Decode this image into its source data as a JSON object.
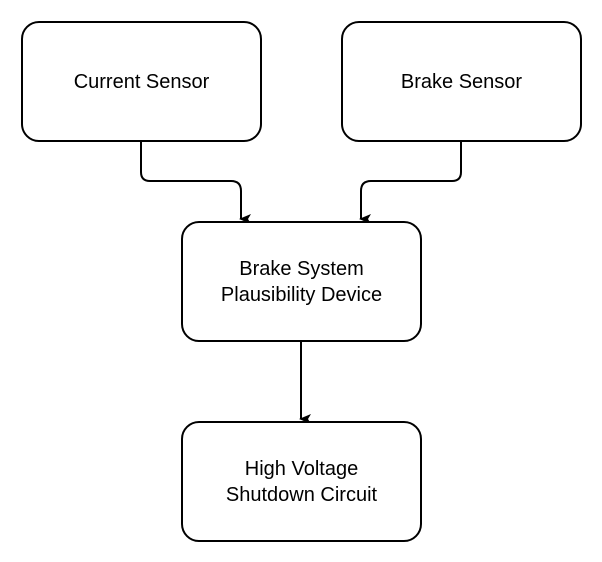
{
  "diagram": {
    "type": "flowchart",
    "colors": {
      "stroke": "#000000",
      "fill": "#ffffff",
      "text": "#000000"
    },
    "nodes": [
      {
        "id": "current-sensor",
        "label": "Current Sensor"
      },
      {
        "id": "brake-sensor",
        "label": "Brake Sensor"
      },
      {
        "id": "bspd",
        "label": "Brake System\nPlausibility Device"
      },
      {
        "id": "hv-shutdown",
        "label": "High Voltage\nShutdown Circuit"
      }
    ],
    "edges": [
      {
        "from": "current-sensor",
        "to": "bspd"
      },
      {
        "from": "brake-sensor",
        "to": "bspd"
      },
      {
        "from": "bspd",
        "to": "hv-shutdown"
      }
    ]
  }
}
